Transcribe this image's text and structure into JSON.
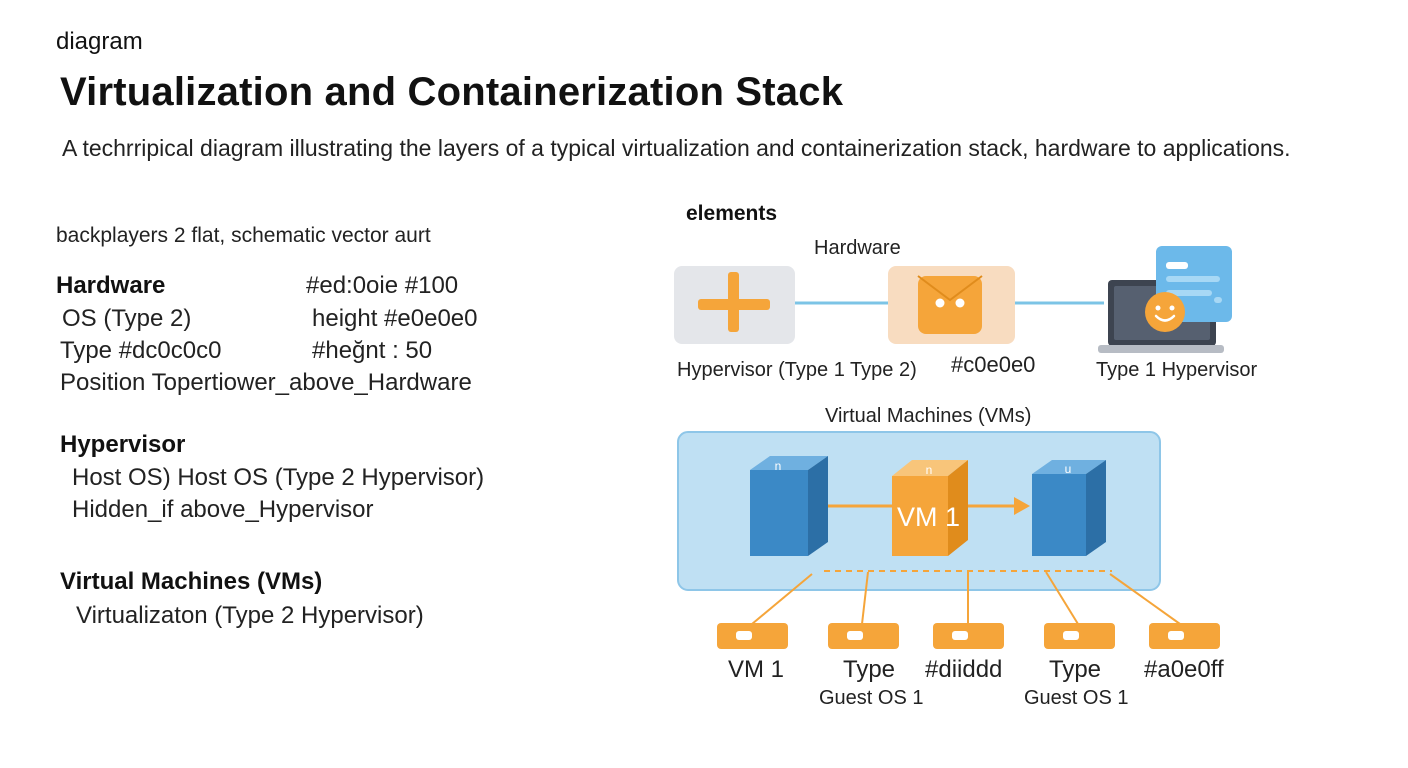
{
  "header": {
    "kicker": "diagram",
    "title": "Virtualization and Containerization Stack",
    "subtitle": "A techrripical diagram illustrating the layers of a typical virtualization and containerization stack, hardware to applications."
  },
  "left_panel": {
    "note": "backplayers 2 flat, schematic vector aurt",
    "hardware": {
      "heading": "Hardware",
      "rows": [
        {
          "left": "OS (Type 2)",
          "right": "height #e0e0e0"
        },
        {
          "left": "Type #dc0c0c0",
          "right": "#heğnt : 50"
        },
        {
          "left": "Position Topertiower_above_Hardware",
          "right": ""
        }
      ],
      "heading_right": "#ed:0oie #100"
    },
    "hypervisor": {
      "heading": "Hypervisor",
      "lines": [
        "Host OS) Host OS (Type 2 Hypervisor)",
        "Hidden_if above_Hypervisor"
      ]
    },
    "vms": {
      "heading": "Virtual Machines (VMs)",
      "lines": [
        "Virtualizaton (Type 2 Hypervisor)"
      ]
    }
  },
  "diagram": {
    "elements_heading": "elements",
    "hardware_label": "Hardware",
    "top_labels": {
      "left": "Hypervisor (Type 1 Type 2)",
      "middle": "#c0e0e0",
      "right": "Type 1 Hypervisor"
    },
    "vm_section_label": "Virtual Machines (VMs)",
    "vm_center_label": "VM 1",
    "bottom_labels": [
      {
        "top": "VM 1",
        "bottom": ""
      },
      {
        "top": "Type",
        "bottom": "Guest OS 1"
      },
      {
        "top": "#diiddd",
        "bottom": ""
      },
      {
        "top": "Type",
        "bottom": "Guest OS 1"
      },
      {
        "top": "#a0e0ff",
        "bottom": ""
      }
    ],
    "icons": [
      "plus-icon",
      "face-icon",
      "laptop-icon",
      "server-cube-icon"
    ],
    "colors": {
      "orange": "#f5a53a",
      "blue": "#3b89c6",
      "vm_panel": "#bfe0f3",
      "connector": "#7cc4e6",
      "card_grey": "#e4e6ea",
      "card_peach": "#f8dcc0"
    }
  }
}
